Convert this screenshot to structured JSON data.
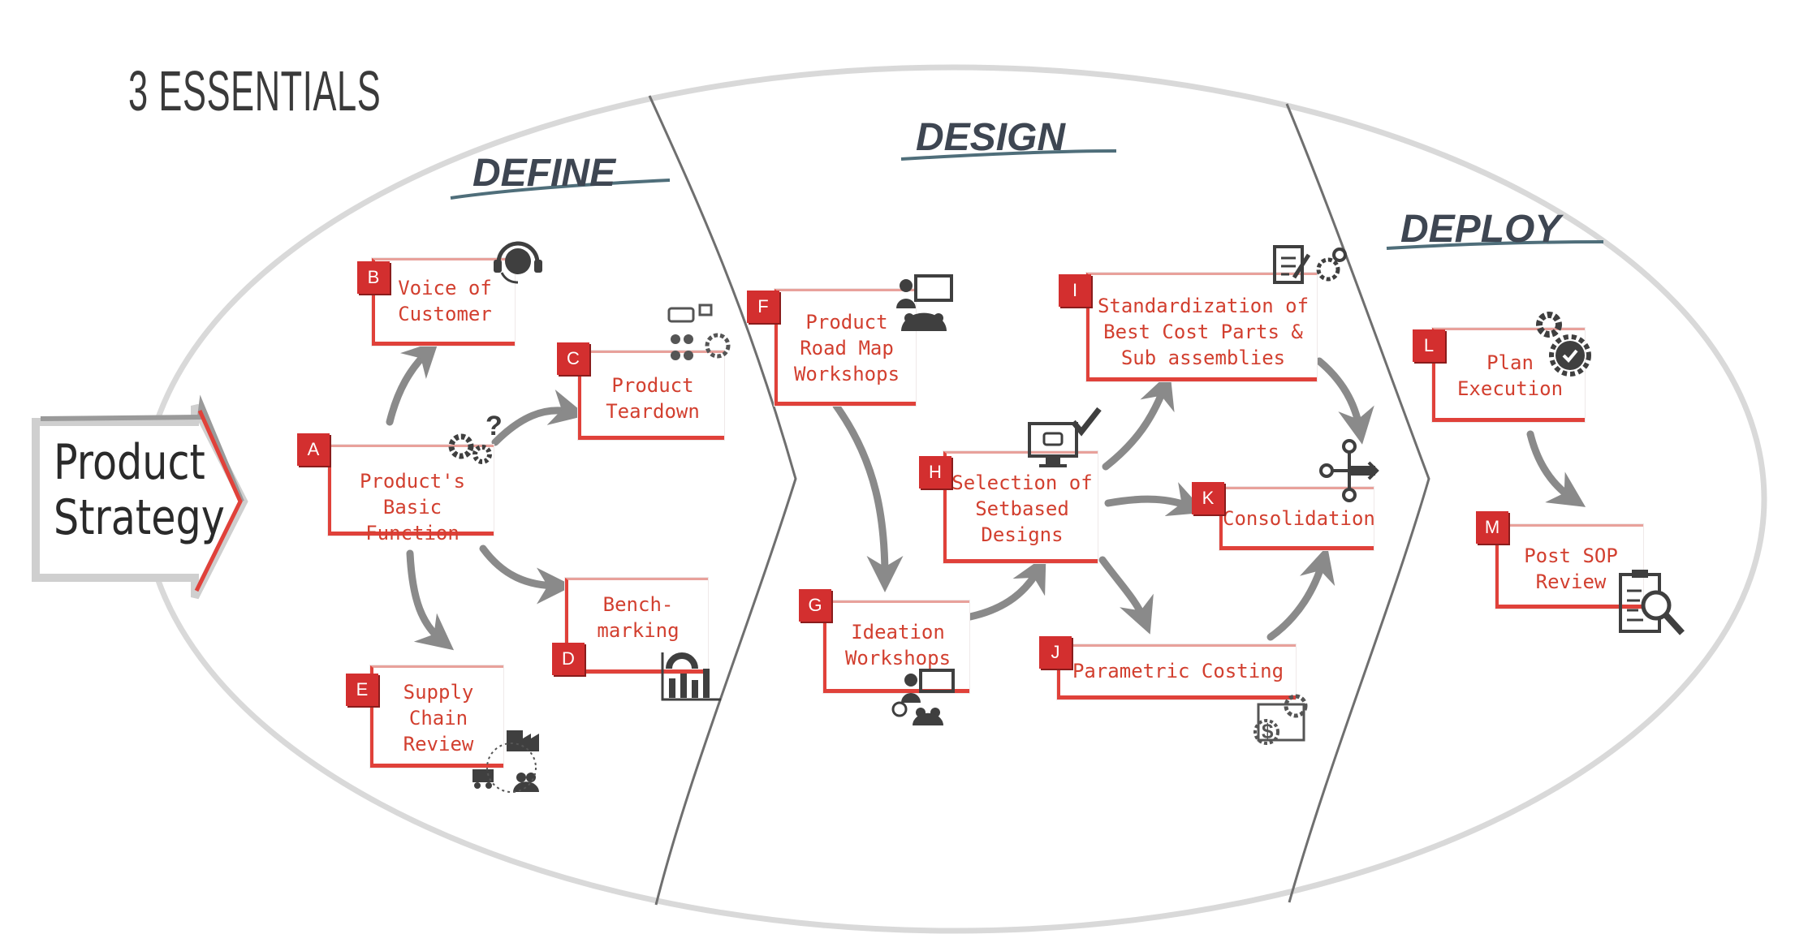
{
  "title": "3 ESSENTIALS",
  "phases": {
    "define": "DEFINE",
    "design": "DESIGN",
    "deploy": "DEPLOY"
  },
  "strategy": {
    "line1": "Product",
    "line2": "Strategy"
  },
  "colors": {
    "accent": "#d32f2f",
    "ellipse": "#d9d9d9",
    "divider": "#6f6f6f",
    "arrow": "#8a8a8a",
    "text_dark": "#3e4652"
  },
  "nodes": [
    {
      "id": "A",
      "text": "Product's Basic\nFunction",
      "icon": "gear-question-icon"
    },
    {
      "id": "B",
      "text": "Voice of\nCustomer",
      "icon": "headset-icon"
    },
    {
      "id": "C",
      "text": "Product\nTeardown",
      "icon": "engine-parts-icon"
    },
    {
      "id": "D",
      "text": "Bench-\nmarking",
      "icon": "gauge-bar-chart-icon"
    },
    {
      "id": "E",
      "text": "Supply\nChain\nReview",
      "icon": "factory-truck-people-icon"
    },
    {
      "id": "F",
      "text": "Product\nRoad Map\nWorkshops",
      "icon": "presentation-icon"
    },
    {
      "id": "G",
      "text": "Ideation\nWorkshops",
      "icon": "ideation-presenter-icon"
    },
    {
      "id": "H",
      "text": "Selection of\nSetbased\nDesigns",
      "icon": "monitor-check-icon"
    },
    {
      "id": "I",
      "text": "Standardization of\nBest Cost Parts &\nSub assemblies",
      "icon": "clipboard-gear-icon"
    },
    {
      "id": "J",
      "text": "Parametric Costing",
      "icon": "cost-gear-icon"
    },
    {
      "id": "K",
      "text": "Consolidation",
      "icon": "merge-icon"
    },
    {
      "id": "L",
      "text": "Plan\nExecution",
      "icon": "gears-check-icon"
    },
    {
      "id": "M",
      "text": "Post SOP\nReview",
      "icon": "clipboard-search-icon"
    }
  ]
}
